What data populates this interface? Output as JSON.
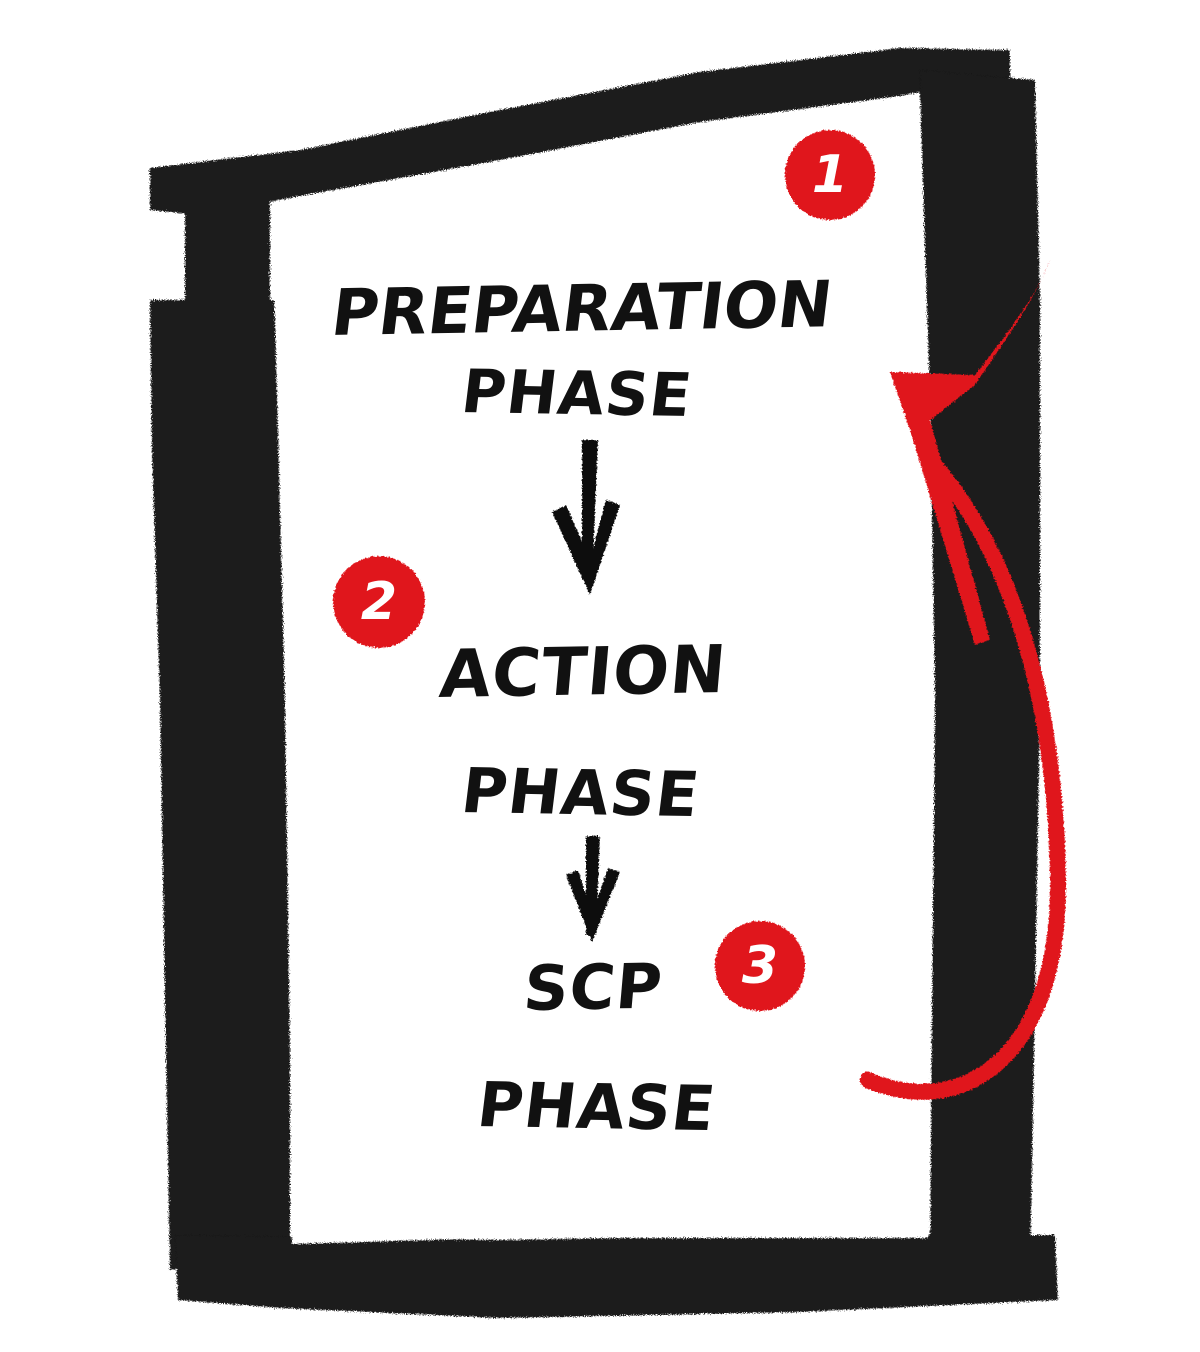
{
  "diagram": {
    "phases": [
      {
        "number": "1",
        "line1": "PREPARATION",
        "line2": "PHASE"
      },
      {
        "number": "2",
        "line1": "ACTION",
        "line2": "PHASE"
      },
      {
        "number": "3",
        "line1": "SCP",
        "line2": "PHASE"
      }
    ]
  },
  "colors": {
    "brush": "#1a1a1a",
    "accent": "#e0141c",
    "text": "#111111",
    "background": "#ffffff"
  }
}
